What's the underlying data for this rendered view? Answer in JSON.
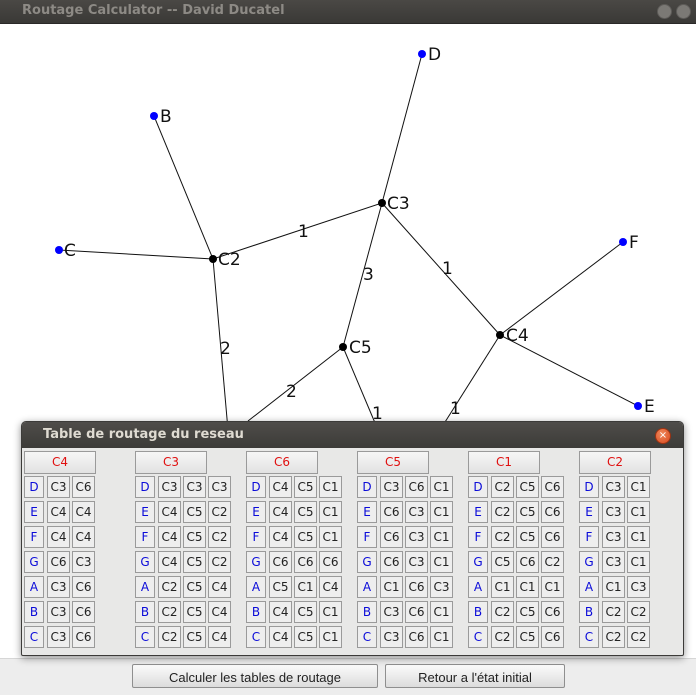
{
  "window": {
    "title": "Routage Calculator -- David Ducatel"
  },
  "graph": {
    "nodes": [
      {
        "id": "D",
        "type": "endpoint",
        "color": "#0000ff"
      },
      {
        "id": "B",
        "type": "endpoint",
        "color": "#0000ff"
      },
      {
        "id": "C",
        "type": "endpoint",
        "color": "#0000ff"
      },
      {
        "id": "F",
        "type": "endpoint",
        "color": "#0000ff"
      },
      {
        "id": "E",
        "type": "endpoint",
        "color": "#0000ff"
      },
      {
        "id": "C3",
        "type": "router",
        "color": "#000000"
      },
      {
        "id": "C2",
        "type": "router",
        "color": "#000000"
      },
      {
        "id": "C5",
        "type": "router",
        "color": "#000000"
      },
      {
        "id": "C4",
        "type": "router",
        "color": "#000000"
      }
    ],
    "edge_weights": [
      "1",
      "3",
      "1",
      "2",
      "2",
      "1",
      "1"
    ]
  },
  "dialog": {
    "title": "Table de routage du reseau",
    "close_label": "×",
    "tables": [
      {
        "name": "C4",
        "rows": [
          [
            "D",
            "C3",
            "C6"
          ],
          [
            "E",
            "C4",
            "C4"
          ],
          [
            "F",
            "C4",
            "C4"
          ],
          [
            "G",
            "C6",
            "C3"
          ],
          [
            "A",
            "C3",
            "C6"
          ],
          [
            "B",
            "C3",
            "C6"
          ],
          [
            "C",
            "C3",
            "C6"
          ]
        ]
      },
      {
        "name": "C3",
        "rows": [
          [
            "D",
            "C3",
            "C3",
            "C3"
          ],
          [
            "E",
            "C4",
            "C5",
            "C2"
          ],
          [
            "F",
            "C4",
            "C5",
            "C2"
          ],
          [
            "G",
            "C4",
            "C5",
            "C2"
          ],
          [
            "A",
            "C2",
            "C5",
            "C4"
          ],
          [
            "B",
            "C2",
            "C5",
            "C4"
          ],
          [
            "C",
            "C2",
            "C5",
            "C4"
          ]
        ]
      },
      {
        "name": "C6",
        "rows": [
          [
            "D",
            "C4",
            "C5",
            "C1"
          ],
          [
            "E",
            "C4",
            "C5",
            "C1"
          ],
          [
            "F",
            "C4",
            "C5",
            "C1"
          ],
          [
            "G",
            "C6",
            "C6",
            "C6"
          ],
          [
            "A",
            "C5",
            "C1",
            "C4"
          ],
          [
            "B",
            "C4",
            "C5",
            "C1"
          ],
          [
            "C",
            "C4",
            "C5",
            "C1"
          ]
        ]
      },
      {
        "name": "C5",
        "rows": [
          [
            "D",
            "C3",
            "C6",
            "C1"
          ],
          [
            "E",
            "C6",
            "C3",
            "C1"
          ],
          [
            "F",
            "C6",
            "C3",
            "C1"
          ],
          [
            "G",
            "C6",
            "C3",
            "C1"
          ],
          [
            "A",
            "C1",
            "C6",
            "C3"
          ],
          [
            "B",
            "C3",
            "C6",
            "C1"
          ],
          [
            "C",
            "C3",
            "C6",
            "C1"
          ]
        ]
      },
      {
        "name": "C1",
        "rows": [
          [
            "D",
            "C2",
            "C5",
            "C6"
          ],
          [
            "E",
            "C2",
            "C5",
            "C6"
          ],
          [
            "F",
            "C2",
            "C5",
            "C6"
          ],
          [
            "G",
            "C5",
            "C6",
            "C2"
          ],
          [
            "A",
            "C1",
            "C1",
            "C1"
          ],
          [
            "B",
            "C2",
            "C5",
            "C6"
          ],
          [
            "C",
            "C2",
            "C5",
            "C6"
          ]
        ]
      },
      {
        "name": "C2",
        "rows": [
          [
            "D",
            "C3",
            "C1"
          ],
          [
            "E",
            "C3",
            "C1"
          ],
          [
            "F",
            "C3",
            "C1"
          ],
          [
            "G",
            "C3",
            "C1"
          ],
          [
            "A",
            "C1",
            "C3"
          ],
          [
            "B",
            "C2",
            "C2"
          ],
          [
            "C",
            "C2",
            "C2"
          ]
        ]
      }
    ]
  },
  "buttons": {
    "calculate": "Calculer les tables de routage",
    "reset": "Retour a l'état initial"
  },
  "colors": {
    "dest_text": "#0b0bd9",
    "header_text": "#e01010",
    "endpoint": "#0000ff",
    "router": "#000000"
  }
}
